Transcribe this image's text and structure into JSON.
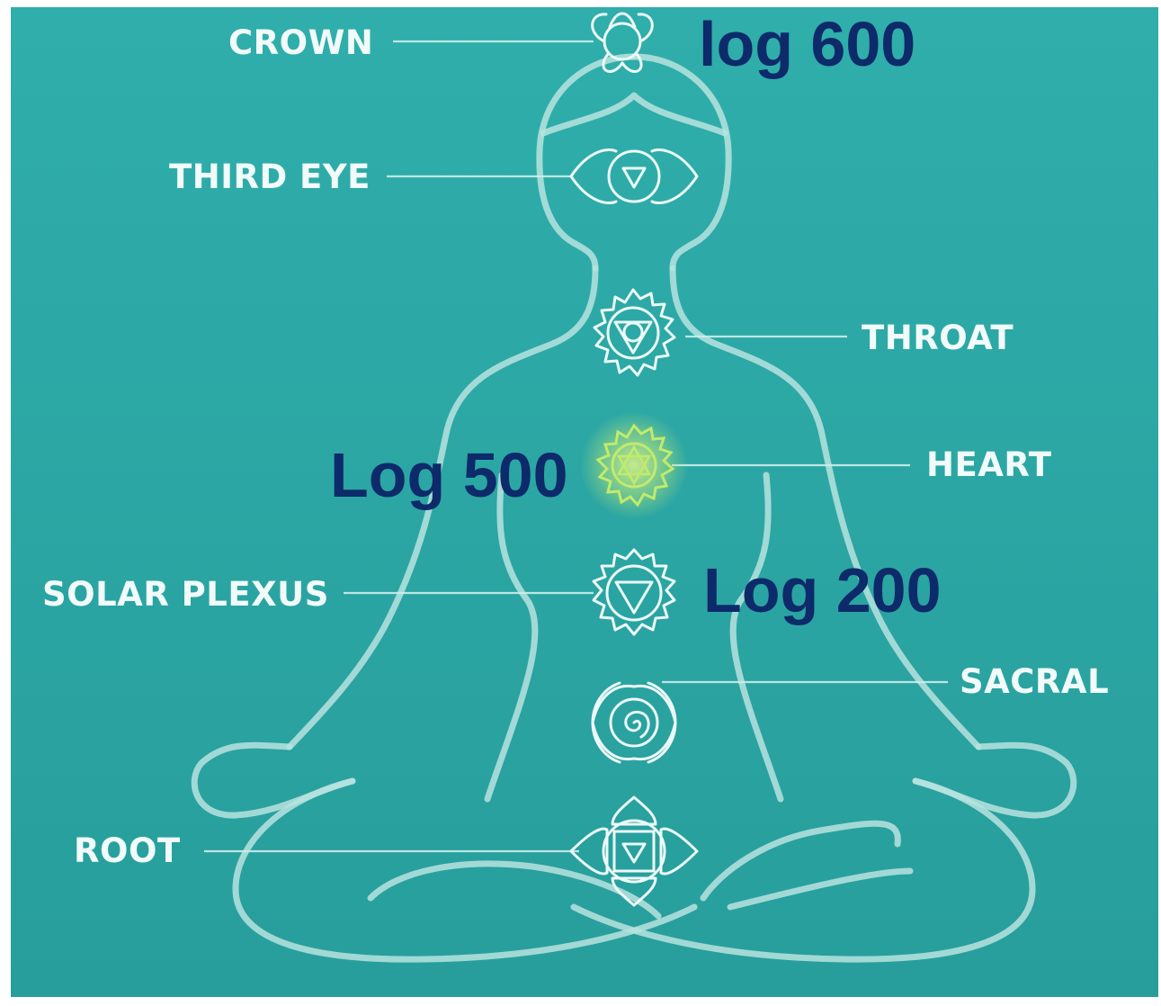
{
  "background_color": "#2ba9a7",
  "highlight_color": "#c2ea6c",
  "overlay_color": "#0d2a6a",
  "chakras": {
    "crown": "CROWN",
    "third_eye": "THIRD EYE",
    "throat": "THROAT",
    "heart": "HEART",
    "solar_plexus": "SOLAR PLEXUS",
    "sacral": "SACRAL",
    "root": "ROOT"
  },
  "overlays": {
    "crown_note": "log 600",
    "heart_note": "Log 500",
    "solar_note": "Log 200"
  }
}
